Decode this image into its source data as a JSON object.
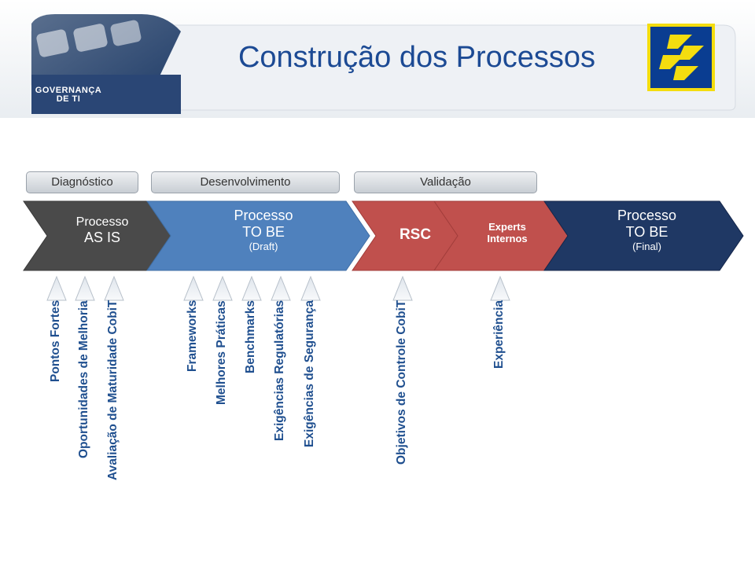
{
  "header": {
    "title": "Construção dos Processos",
    "logo_text_line1": "GOVERNANÇA",
    "logo_text_line2": "DE TI",
    "brand_logo_icon": "bb-logo-icon"
  },
  "phases": {
    "diagnostico": "Diagnóstico",
    "desenvolvimento": "Desenvolvimento",
    "validacao": "Validação"
  },
  "process": {
    "as_is_line1": "Processo",
    "as_is_line2": "AS IS",
    "to_be_draft_line1": "Processo",
    "to_be_draft_line2": "TO BE",
    "to_be_draft_line3": "(Draft)",
    "rsc": "RSC",
    "experts_line1": "Experts",
    "experts_line2": "Internos",
    "to_be_final_line1": "Processo",
    "to_be_final_line2": "TO BE",
    "to_be_final_line3": "(Final)"
  },
  "inputs": {
    "diagnostico": [
      "Pontos Fortes",
      "Oportunidades de Melhoria",
      "Avaliação de Maturidade CobiT"
    ],
    "desenvolvimento": [
      "Frameworks",
      "Melhores Práticas",
      "Benchmarks",
      "Exigências Regulatórias",
      "Exigências de Segurança"
    ],
    "rsc": [
      "Objetivos de Controle CobiT"
    ],
    "experts": [
      "Experiência"
    ]
  },
  "colors": {
    "title": "#1c4a94",
    "as_is": "#4a4a4a",
    "to_be_draft": "#4f81bd",
    "validation": "#c0504d",
    "to_be_final": "#1f3864",
    "vertical_text": "#1f4f8f"
  }
}
